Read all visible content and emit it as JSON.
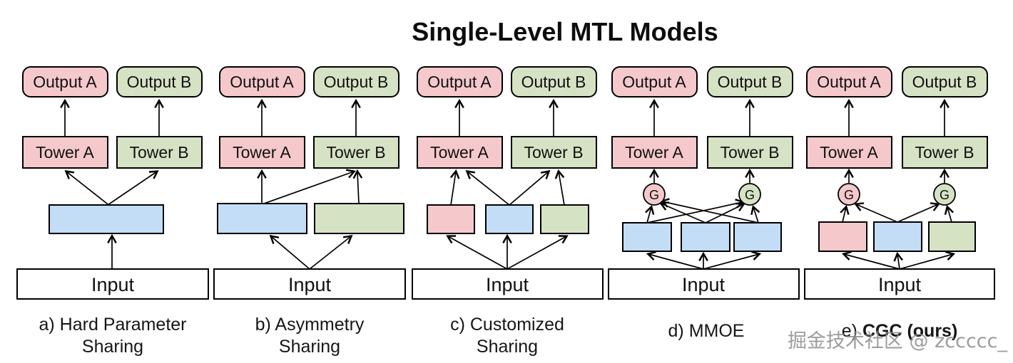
{
  "title": "Single-Level MTL Models",
  "watermark": "掘金技术社区 @ zccccc_",
  "colors": {
    "task_a_pink": "#f5c9cb",
    "task_b_green": "#d6e2c4",
    "shared_blue": "#c3ddf7",
    "input_white": "#ffffff",
    "stroke_black": "#000000",
    "watermark_gray": "#8f8f8f"
  },
  "labels": {
    "output_a": "Output A",
    "output_b": "Output B",
    "tower_a": "Tower A",
    "tower_b": "Tower B",
    "input": "Input",
    "gate": "G"
  },
  "panels": [
    {
      "id": "a",
      "caption_line1": "a) Hard Parameter",
      "caption_line2": "Sharing",
      "structure": "one shared blue bottom layer feeding both towers"
    },
    {
      "id": "b",
      "caption_line1": "b) Asymmetry",
      "caption_line2": "Sharing",
      "structure": "blue expert feeds Tower A and Tower B, green expert feeds Tower B"
    },
    {
      "id": "c",
      "caption_line1": "c) Customized",
      "caption_line2": "Sharing",
      "structure": "pink expert to Tower A, shared blue expert to both towers, green expert to Tower B"
    },
    {
      "id": "d",
      "caption_line1": "d) MMOE",
      "caption_line2": "",
      "structure": "three shared blue experts all feed two gates G which feed the towers"
    },
    {
      "id": "e",
      "caption_prefix": "e)",
      "caption_bold": "CGC (ours)",
      "caption_line2": "",
      "structure": "task-specific pink and green experts plus shared blue expert feed gates G"
    }
  ]
}
